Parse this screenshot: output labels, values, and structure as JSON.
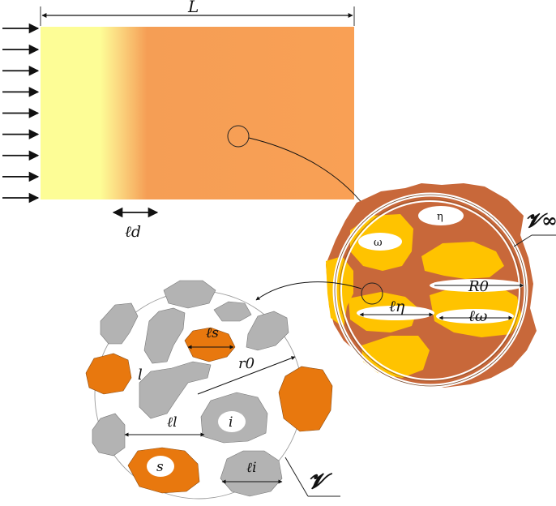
{
  "labels": {
    "length": "L",
    "diffusion_length": "ℓd",
    "macro_volume": "𝓥∞",
    "macro_radius": "R0",
    "pore_eta_length": "ℓη",
    "pore_omega_length": "ℓω",
    "eta_region": "η",
    "omega_region": "ω",
    "micro_volume": "𝓥",
    "micro_radius": "r0",
    "solid_length": "ℓs",
    "l_length": "ℓl",
    "i_length": "ℓi",
    "phase_l": "l",
    "phase_i": "i",
    "phase_s": "s"
  },
  "colors": {
    "inlet_yellow": "#fdfd96",
    "domain_orange": "#f9a055",
    "macro_background": "#c8683a",
    "omega_phase": "#ffc300",
    "micro_grey": "#b3b3b3",
    "micro_orange": "#e8780e"
  },
  "arrows": {
    "inlet_count": 9
  }
}
